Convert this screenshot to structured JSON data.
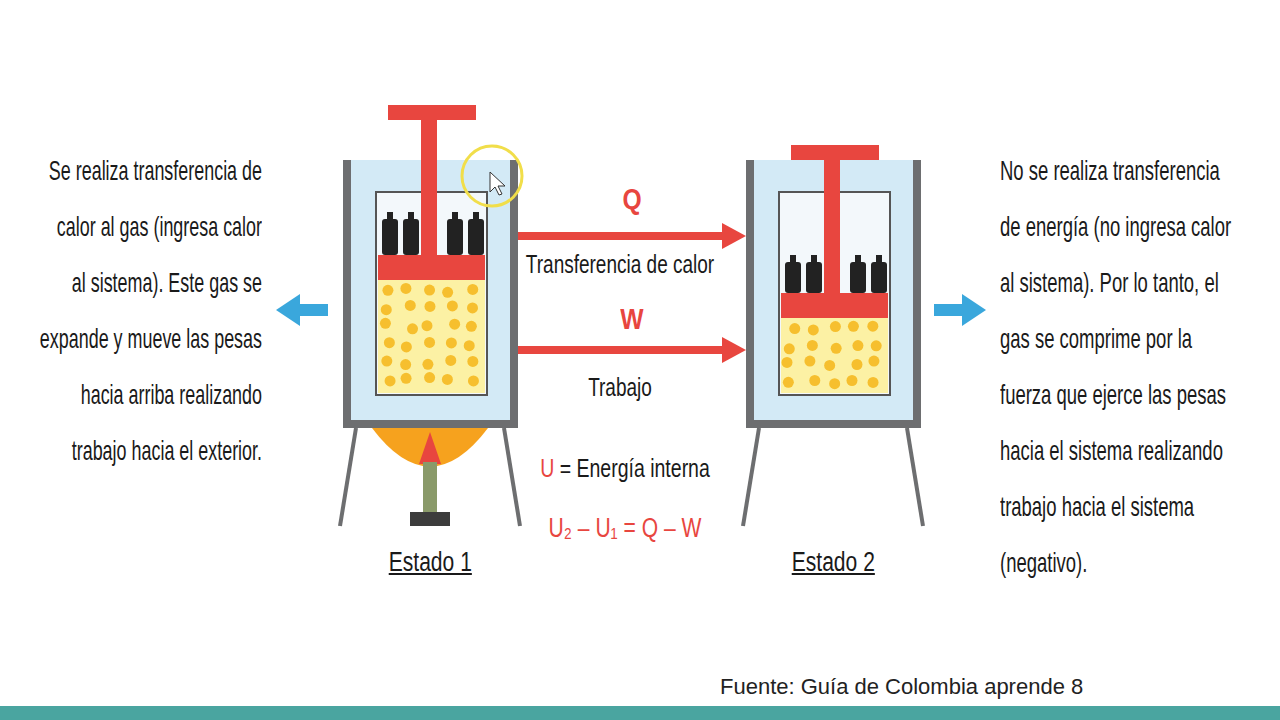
{
  "diagram": {
    "caption": "Fuente: Guía de Colombia aprende 8",
    "nodes": [
      {
        "text": [
          "Estado 1"
        ]
      },
      {
        "text": [
          "Estado 2"
        ]
      }
    ],
    "edges": [
      {
        "from": 0,
        "to": 1,
        "arrow": "to",
        "label": "Q"
      },
      {
        "from": 0,
        "to": 1,
        "arrow": "to",
        "label": "W"
      }
    ],
    "labels": [
      "Se realiza transferencia de calor al gas (ingresa calor al sistema). Este gas se expande y mueve las pesas hacia arriba realizando trabajo hacia el exterior.",
      "No se realiza transferencia de energía (no ingresa calor al sistema). Por lo tanto, el gas se comprime por la fuerza que ejerce las pesas hacia el sistema realizando trabajo hacia el sistema (negativo).",
      "Transferencia de calor",
      "Trabajo",
      "U = Energía interna",
      "U₂ – U₁ = Q – W"
    ]
  }
}
